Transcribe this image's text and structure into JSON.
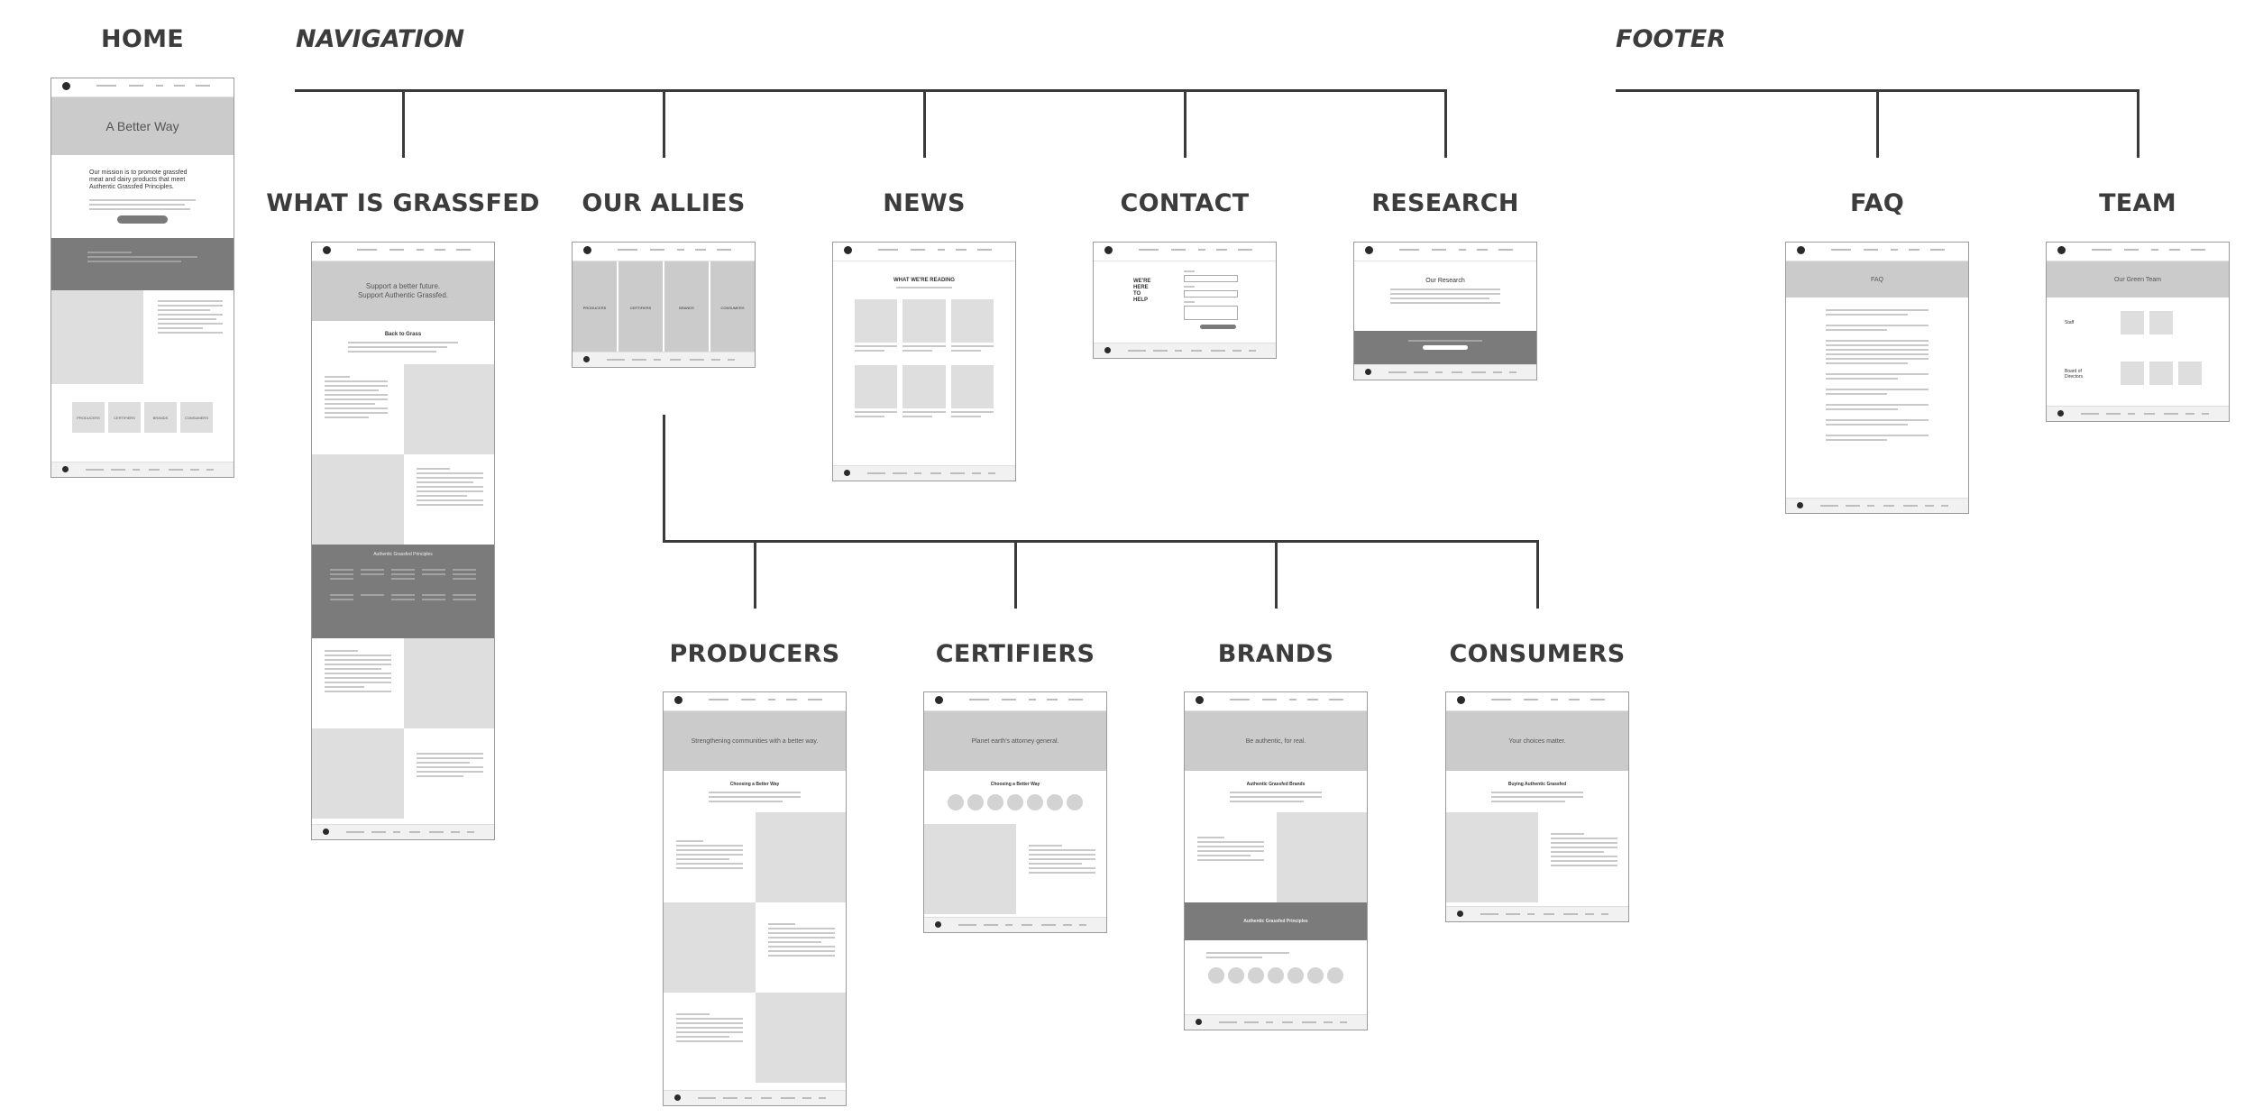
{
  "sections": {
    "navigation": "NAVIGATION",
    "footer": "FOOTER"
  },
  "titles": {
    "home": "HOME",
    "what_is_grassfed": "WHAT IS GRASSFED",
    "our_allies": "OUR ALLIES",
    "news": "NEWS",
    "contact": "CONTACT",
    "research": "RESEARCH",
    "faq": "FAQ",
    "team": "TEAM",
    "producers": "PRODUCERS",
    "certifiers": "CERTIFIERS",
    "brands": "BRANDS",
    "consumers": "CONSUMERS"
  },
  "pages": {
    "home": {
      "hero": "A Better Way",
      "mission": "Our mission is to promote grassfed meat and dairy products that meet Authentic Grassfed Principles.",
      "tiles": [
        "PRODUCERS",
        "CERTIFIERS",
        "BRANDS",
        "CONSUMERS"
      ]
    },
    "what_is_grassfed": {
      "hero_line1": "Support a better future.",
      "hero_line2": "Support Authentic Grassfed.",
      "back_to_grass": "Back to Grass",
      "principles": "Authentic Grassfed Principles"
    },
    "allies": {
      "tiles": [
        "PRODUCERS",
        "CERTIFIERS",
        "BRANDS",
        "CONSUMERS"
      ]
    },
    "news": {
      "heading": "WHAT WE'RE READING"
    },
    "contact": {
      "heading": [
        "WE'RE",
        "HERE",
        "TO",
        "HELP"
      ]
    },
    "research": {
      "heading": "Our Research"
    },
    "faq": {
      "heading": "FAQ"
    },
    "team": {
      "heading": "Our Green Team",
      "staff": "Staff",
      "board": "Board of Directors"
    },
    "producers": {
      "hero": "Strengthening communities with a better way.",
      "sub": "Choosing a Better Way"
    },
    "certifiers": {
      "hero": "Planet earth's attorney general.",
      "sub": "Choosing a Better Way"
    },
    "brands": {
      "hero": "Be authentic, for real.",
      "sub": "Authentic Grassfed Brands",
      "band": "Authentic Grassfed Principles"
    },
    "consumers": {
      "hero": "Your choices matter.",
      "sub": "Buying Authentic Grassfed"
    }
  }
}
